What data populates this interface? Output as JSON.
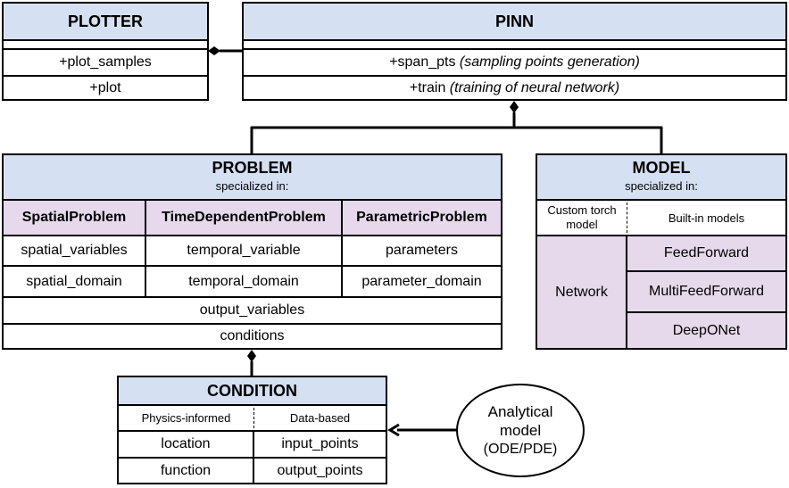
{
  "plotter": {
    "title": "PLOTTER",
    "methods": [
      "+plot_samples",
      "+plot"
    ]
  },
  "pinn": {
    "title": "PINN",
    "methods": [
      {
        "name": "+span_pts",
        "desc": "(sampling points generation)"
      },
      {
        "name": "+train",
        "desc": "(training of neural network)"
      }
    ]
  },
  "problem": {
    "title": "PROBLEM",
    "subtitle": "specialized in:",
    "columns": [
      {
        "header": "SpatialProblem",
        "rows": [
          "spatial_variables",
          "spatial_domain"
        ]
      },
      {
        "header": "TimeDependentProblem",
        "rows": [
          "temporal_variable",
          "temporal_domain"
        ]
      },
      {
        "header": "ParametricProblem",
        "rows": [
          "parameters",
          "parameter_domain"
        ]
      }
    ],
    "shared_rows": [
      "output_variables",
      "conditions"
    ]
  },
  "model": {
    "title": "MODEL",
    "subtitle": "specialized in:",
    "custom_label_1": "Custom torch",
    "custom_label_2": "model",
    "builtin_label": "Built-in models",
    "network_label": "Network",
    "builtin_models": [
      "FeedForward",
      "MultiFeedForward",
      "DeepONet"
    ]
  },
  "condition": {
    "title": "CONDITION",
    "kinds": [
      "Physics-informed",
      "Data-based"
    ],
    "rows": [
      [
        "location",
        "input_points"
      ],
      [
        "function",
        "output_points"
      ]
    ]
  },
  "analytical": {
    "line1": "Analytical",
    "line2": "model",
    "line3": "(ODE/PDE)"
  }
}
